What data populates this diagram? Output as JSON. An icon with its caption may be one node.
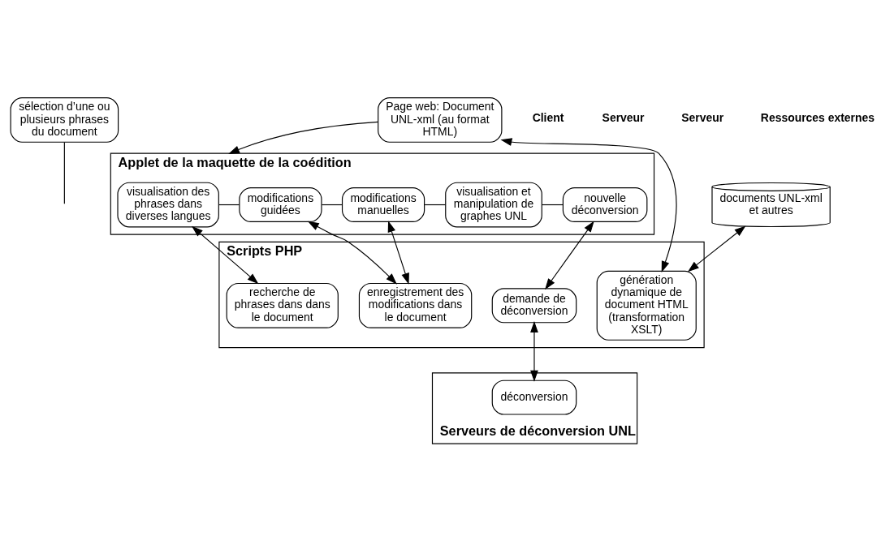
{
  "diagram": {
    "nodes": [
      {
        "text": [
          "sélection d’une ou plusieurs phrases du document"
        ]
      },
      {
        "text": [
          "Page web: Document UNL-xml (au format HTML)"
        ]
      },
      {
        "text": [
          "Applet de la maquette de la coédition"
        ]
      },
      {
        "text": [
          "visualisation des phrases dans diverses langues"
        ],
        "in": 2
      },
      {
        "text": [
          "modifications guidées"
        ],
        "in": 2
      },
      {
        "text": [
          "modifications manuelles"
        ],
        "in": 2
      },
      {
        "text": [
          "visualisation et manipulation de graphes UNL"
        ],
        "in": 2
      },
      {
        "text": [
          "nouvelle déconversion"
        ],
        "in": 2
      },
      {
        "text": [
          "Scripts PHP"
        ]
      },
      {
        "text": [
          "documents UNL-xml et autres"
        ]
      },
      {
        "text": [
          "génération dynamique de document HTML (transformation XSLT)"
        ],
        "in": 8
      },
      {
        "text": [
          "recherche de phrases dans dans le document"
        ],
        "in": 8
      },
      {
        "text": [
          "enregistrement des modifications dans le document"
        ],
        "in": 8
      },
      {
        "text": [
          "demande de déconversion"
        ],
        "in": 8
      },
      {
        "text": [
          "Serveurs de déconversion UNL"
        ]
      },
      {
        "text": [
          "déconversion"
        ],
        "in": 14
      }
    ],
    "edges": [
      {
        "from": 1,
        "to": 2,
        "arrow": "to"
      },
      {
        "from": 0,
        "to": null,
        "arrow": "none"
      },
      {
        "from": 3,
        "to": 4,
        "arrow": "none"
      },
      {
        "from": 4,
        "to": 5,
        "arrow": "none"
      },
      {
        "from": 5,
        "to": 6,
        "arrow": "none"
      },
      {
        "from": 6,
        "to": 7,
        "arrow": "none"
      },
      {
        "from": 1,
        "to": 10,
        "arrow": "both"
      },
      {
        "from": 3,
        "to": 11,
        "arrow": "both"
      },
      {
        "from": 4,
        "to": 12,
        "arrow": "both"
      },
      {
        "from": 5,
        "to": 12,
        "arrow": "both"
      },
      {
        "from": 7,
        "to": 13,
        "arrow": "both"
      },
      {
        "from": 9,
        "to": 10,
        "arrow": "both"
      },
      {
        "from": 13,
        "to": 15,
        "arrow": "both"
      }
    ],
    "labels": [
      "Client",
      "Serveur",
      "Serveur",
      "Ressources externes"
    ]
  }
}
